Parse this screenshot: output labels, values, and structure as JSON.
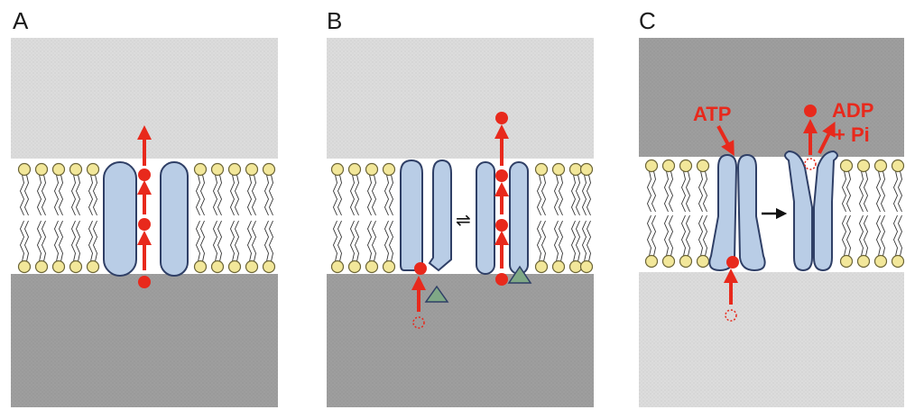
{
  "panels": [
    {
      "id": "A",
      "letter": "A"
    },
    {
      "id": "B",
      "letter": "B",
      "equilibrium_symbol": "⇌"
    },
    {
      "id": "C",
      "letter": "C",
      "atp_label": "ATP",
      "adp_label": "ADP",
      "pi_label": "+ Pi",
      "transition_symbol": "→"
    }
  ],
  "colors": {
    "light_region": "#dcdcdc",
    "dark_region": "#9e9e9e",
    "membrane": "#ffffff",
    "protein_fill": "#b9cde6",
    "protein_stroke": "#2f3f66",
    "lipid_head": "#f2e79a",
    "lipid_head_stroke": "#6b6436",
    "substrate": "#e8291c",
    "ligand": "#7fa886"
  }
}
